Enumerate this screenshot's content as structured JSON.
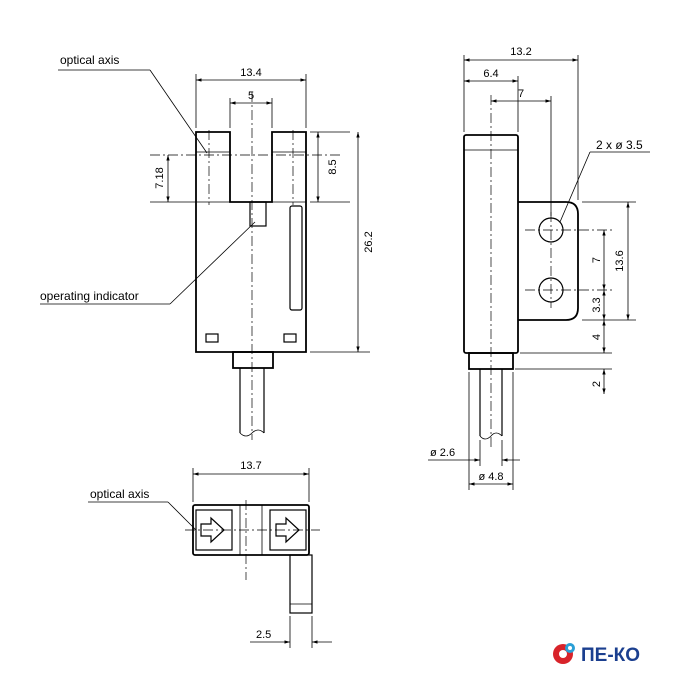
{
  "labels": {
    "optical_axis_top": "optical axis",
    "operating_indicator": "operating indicator",
    "optical_axis_bottom": "optical axis",
    "holes": "2 x ø 3.5"
  },
  "dims": {
    "front_width": "13.4",
    "slot_width": "5",
    "slot_depth": "8.5",
    "axis_height": "7.18",
    "body_height": "26.2",
    "side_width": "13.2",
    "side_64": "6.4",
    "side_7_top": "7",
    "holes_span": "13.6",
    "hole_pitch": "7",
    "hole_bottom": "3.3",
    "flange_offset": "4",
    "cable_offset": "2",
    "cable_dia": "ø 2.6",
    "sleeve_dia": "ø 4.8",
    "bottom_width": "13.7",
    "cable_width": "2.5"
  },
  "logo": {
    "text": "ПЕ-КО",
    "colors": {
      "gear": "#d8232a",
      "text": "#1b3f8f",
      "accent": "#2a9fd6"
    }
  }
}
